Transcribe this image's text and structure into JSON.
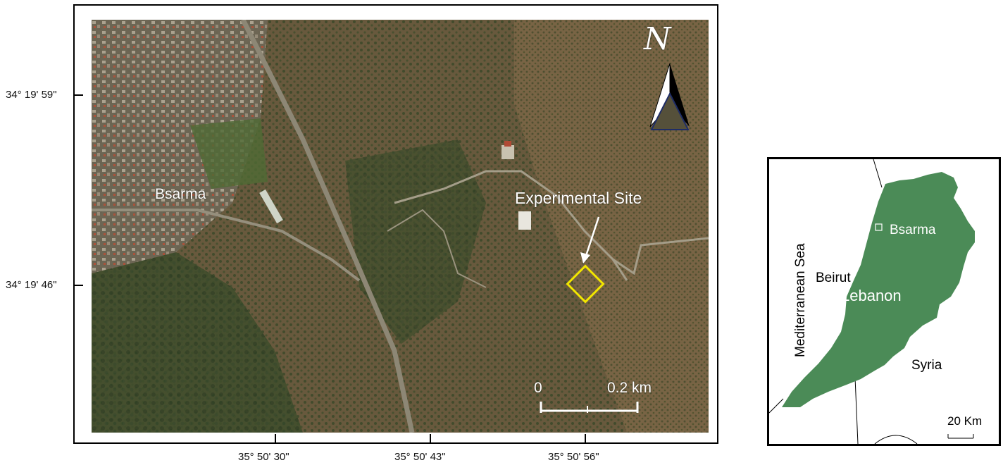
{
  "main_map": {
    "place_label": "Bsarma",
    "site_label": "Experimental Site",
    "north_label": "N",
    "scale": {
      "start": "0",
      "end": "0.2 km"
    },
    "lat_labels": [
      "34° 19' 59\"",
      "34° 19' 46\""
    ],
    "lon_labels": [
      "35° 50' 30\"",
      "35° 50' 43\"",
      "35° 50' 56\""
    ],
    "colors": {
      "site_marker": "#f2e600",
      "imagery_base": "#5a5338",
      "vegetation": "#3f5a2c",
      "north_fill": "#55503a",
      "north_outline": "#1f2d66"
    }
  },
  "inset_map": {
    "country_label": "Lebanon",
    "town_label": "Bsarma",
    "capital_label": "Beirut",
    "neighbor_label": "Syria",
    "sea_label": "Mediterranean Sea",
    "scale_label": "20 Km",
    "colors": {
      "country_fill": "#4b8b57"
    }
  }
}
